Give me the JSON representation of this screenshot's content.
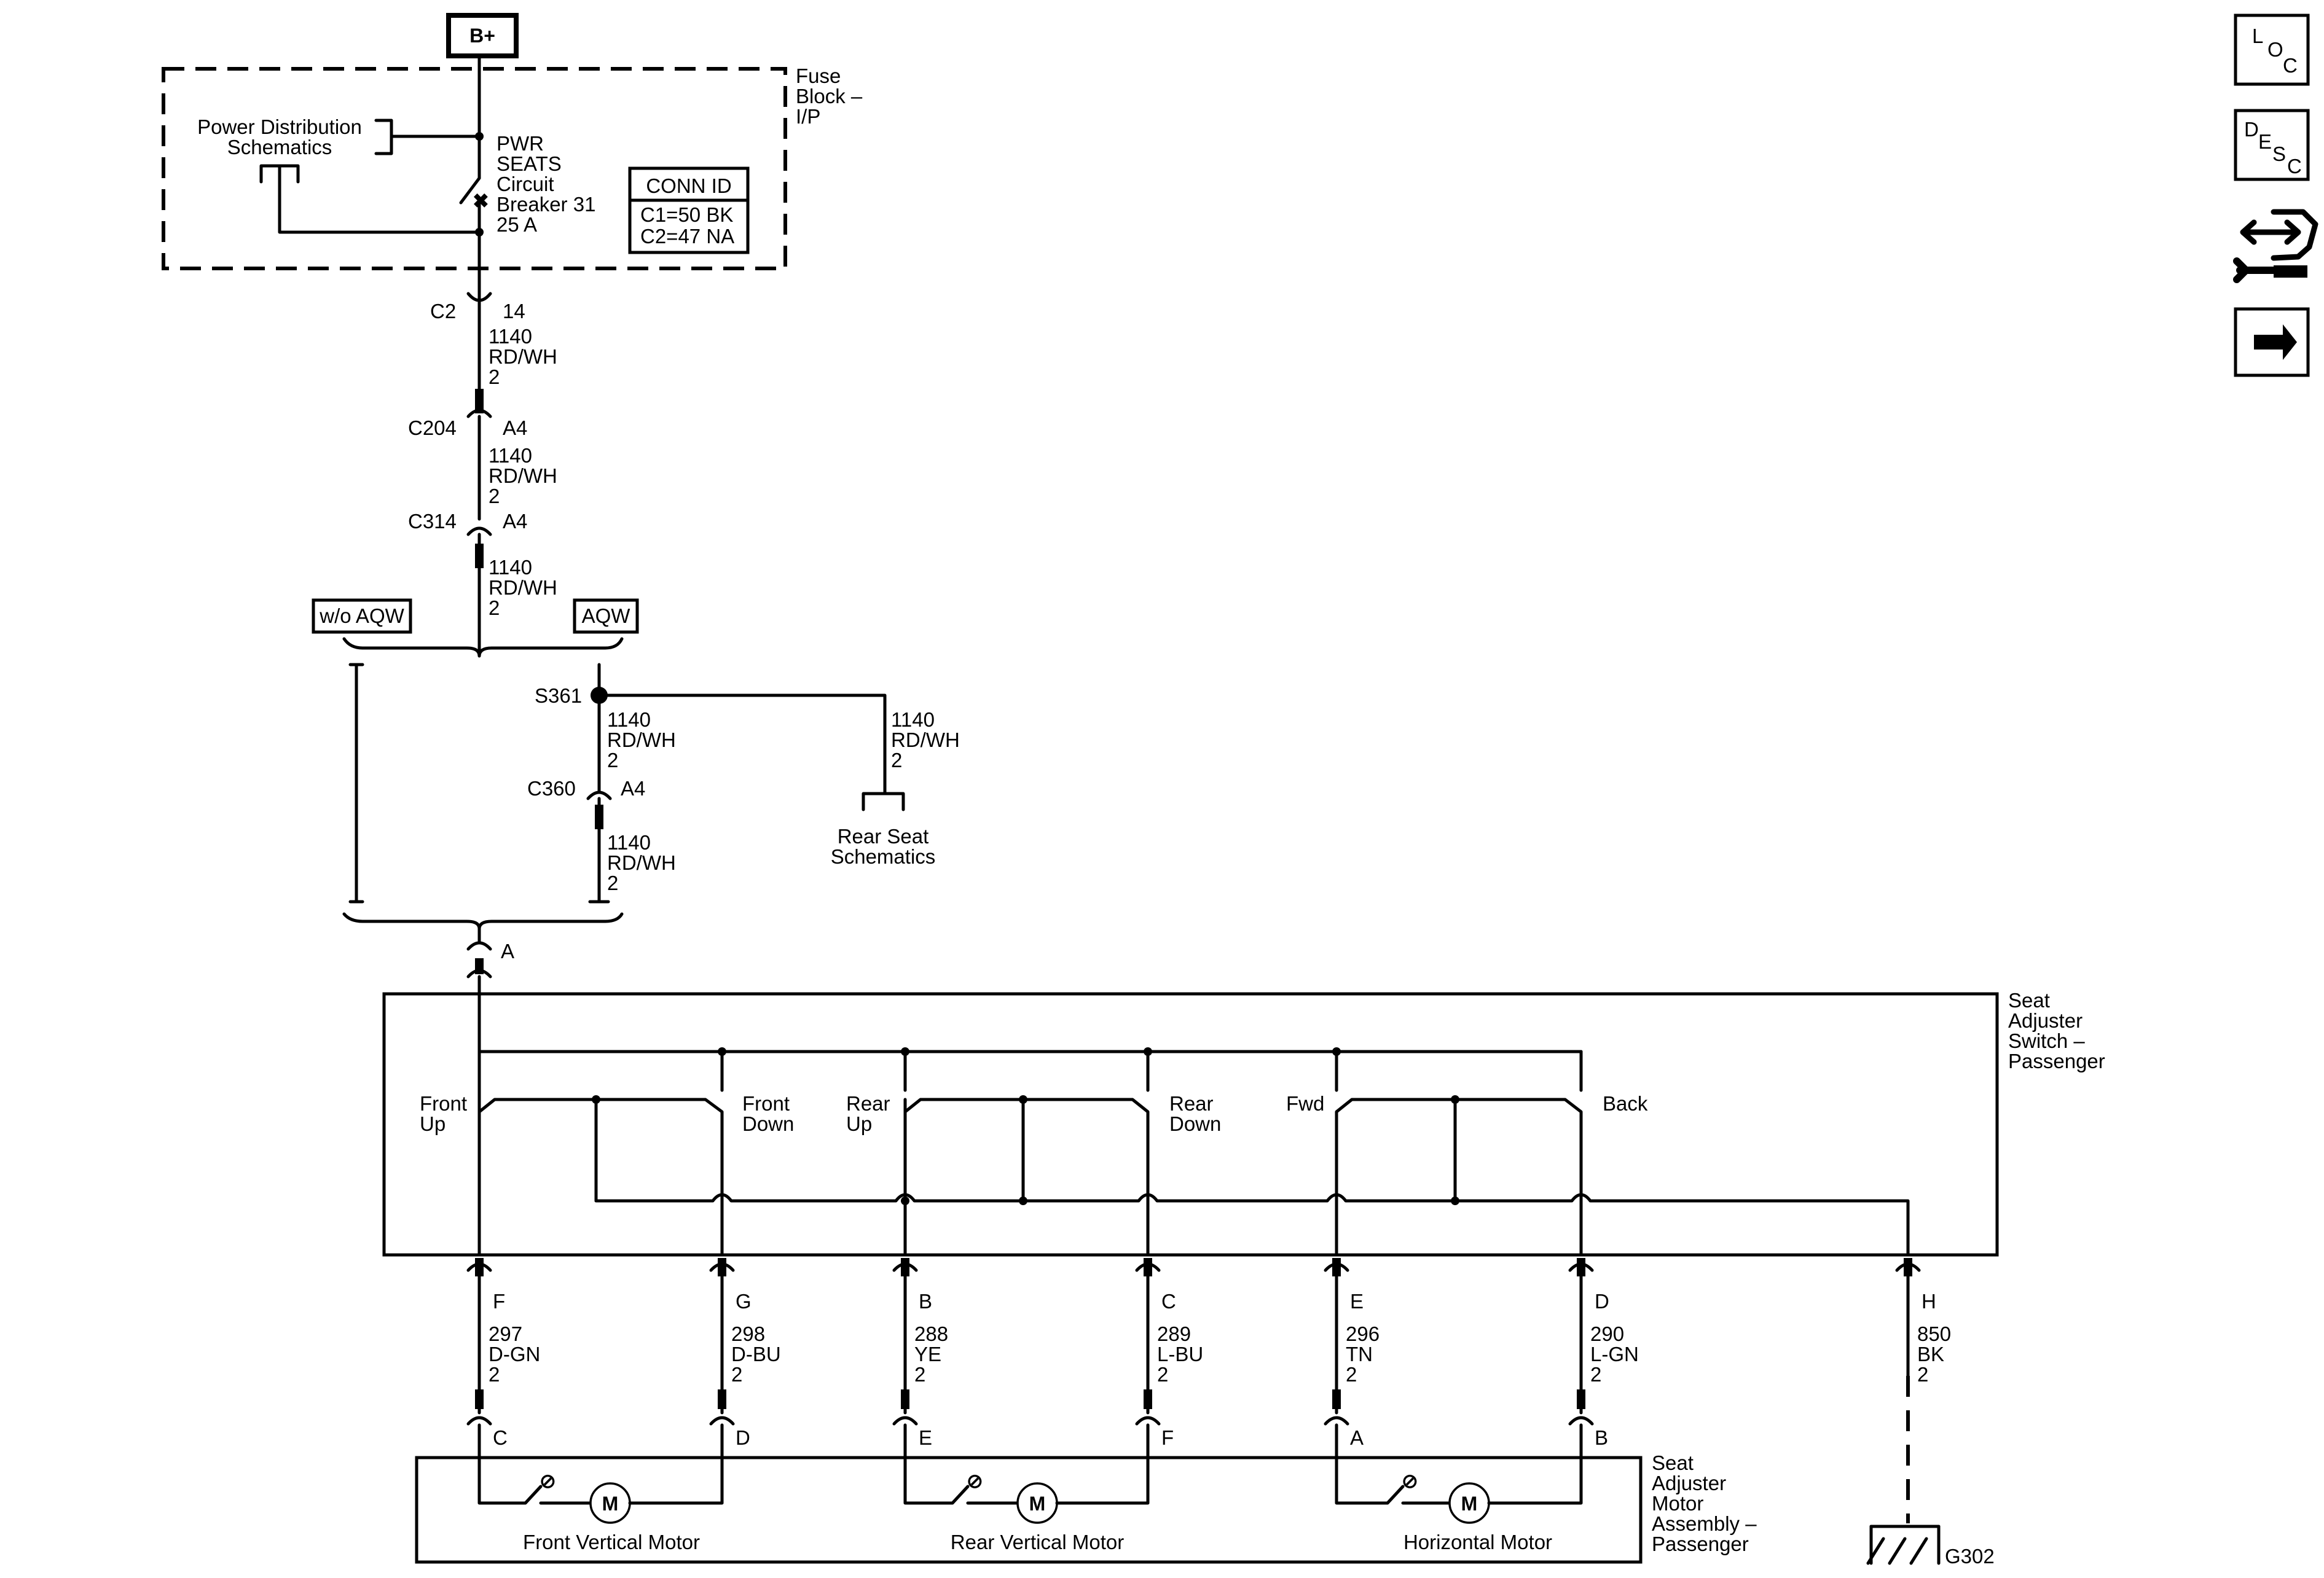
{
  "nav_icons": {
    "loc": [
      "L",
      "O",
      "C"
    ],
    "desc": [
      "D",
      "E",
      "S",
      "C"
    ]
  },
  "power": {
    "label": "B+"
  },
  "fuse_block": {
    "label": [
      "Fuse",
      "Block –",
      "I/P"
    ],
    "breaker": [
      "PWR",
      "SEATS",
      "Circuit",
      "Breaker 31",
      "25 A"
    ],
    "pds": [
      "Power Distribution",
      "Schematics"
    ],
    "conn_id": {
      "title": "CONN ID",
      "rows": [
        "C1=50 BK",
        "C2=47 NA"
      ]
    }
  },
  "main_feed": {
    "connectors": [
      {
        "name": "C2",
        "pin": "14"
      },
      {
        "name": "C204",
        "pin": "A4"
      },
      {
        "name": "C314",
        "pin": "A4"
      }
    ],
    "wire": [
      "1140",
      "RD/WH",
      "2"
    ]
  },
  "options": {
    "left": "w/o AQW",
    "right": "AQW"
  },
  "splice": {
    "name": "S361"
  },
  "aqw_branch": {
    "connector": {
      "name": "C360",
      "pin": "A4"
    },
    "wire": [
      "1140",
      "RD/WH",
      "2"
    ]
  },
  "rear_seat": {
    "wire": [
      "1140",
      "RD/WH",
      "2"
    ],
    "label": [
      "Rear Seat",
      "Schematics"
    ]
  },
  "switch": {
    "input_pin": "A",
    "label": [
      "Seat",
      "Adjuster",
      "Switch –",
      "Passenger"
    ],
    "positions": [
      [
        "Front",
        "Up"
      ],
      [
        "Front",
        "Down"
      ],
      [
        "Rear",
        "Up"
      ],
      [
        "Rear",
        "Down"
      ],
      [
        "Fwd"
      ],
      [
        "Back"
      ]
    ]
  },
  "harness": [
    {
      "switch_pin": "F",
      "circuit": "297",
      "color": "D-GN",
      "gauge": "2",
      "motor_pin": "C"
    },
    {
      "switch_pin": "G",
      "circuit": "298",
      "color": "D-BU",
      "gauge": "2",
      "motor_pin": "D"
    },
    {
      "switch_pin": "B",
      "circuit": "288",
      "color": "YE",
      "gauge": "2",
      "motor_pin": "E"
    },
    {
      "switch_pin": "C",
      "circuit": "289",
      "color": "L-BU",
      "gauge": "2",
      "motor_pin": "F"
    },
    {
      "switch_pin": "E",
      "circuit": "296",
      "color": "TN",
      "gauge": "2",
      "motor_pin": "A"
    },
    {
      "switch_pin": "D",
      "circuit": "290",
      "color": "L-GN",
      "gauge": "2",
      "motor_pin": "B"
    },
    {
      "switch_pin": "H",
      "circuit": "850",
      "color": "BK",
      "gauge": "2"
    }
  ],
  "motor_assembly": {
    "label": [
      "Seat",
      "Adjuster",
      "Motor",
      "Assembly –",
      "Passenger"
    ],
    "motors": [
      "Front Vertical Motor",
      "Rear Vertical Motor",
      "Horizontal Motor"
    ],
    "motor_symbol": "M"
  },
  "ground": {
    "name": "G302"
  }
}
